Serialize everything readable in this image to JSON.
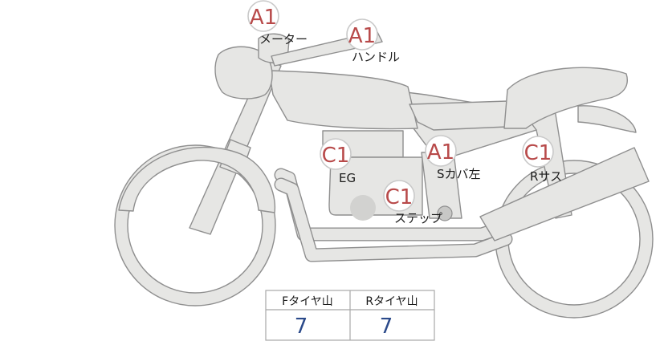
{
  "parts": [
    {
      "name": "meter",
      "label": "メーター",
      "grade": "A1"
    },
    {
      "name": "handle",
      "label": "ハンドル",
      "grade": "A1"
    },
    {
      "name": "engine",
      "label": "EG",
      "grade": "C1"
    },
    {
      "name": "side-cover",
      "label": "Sカバ左",
      "grade": "A1"
    },
    {
      "name": "rear-suspension",
      "label": "Rサス",
      "grade": "C1"
    },
    {
      "name": "step",
      "label": "ステップ",
      "grade": "C1"
    }
  ],
  "tire_table": {
    "headers": [
      "Fタイヤ山",
      "Rタイヤ山"
    ],
    "values": [
      "7",
      "7"
    ]
  },
  "colors": {
    "grade": "#b84a4a",
    "tire_value": "#2b4a8a",
    "body_fill": "#e6e6e4",
    "outline": "#8f8f8f"
  }
}
